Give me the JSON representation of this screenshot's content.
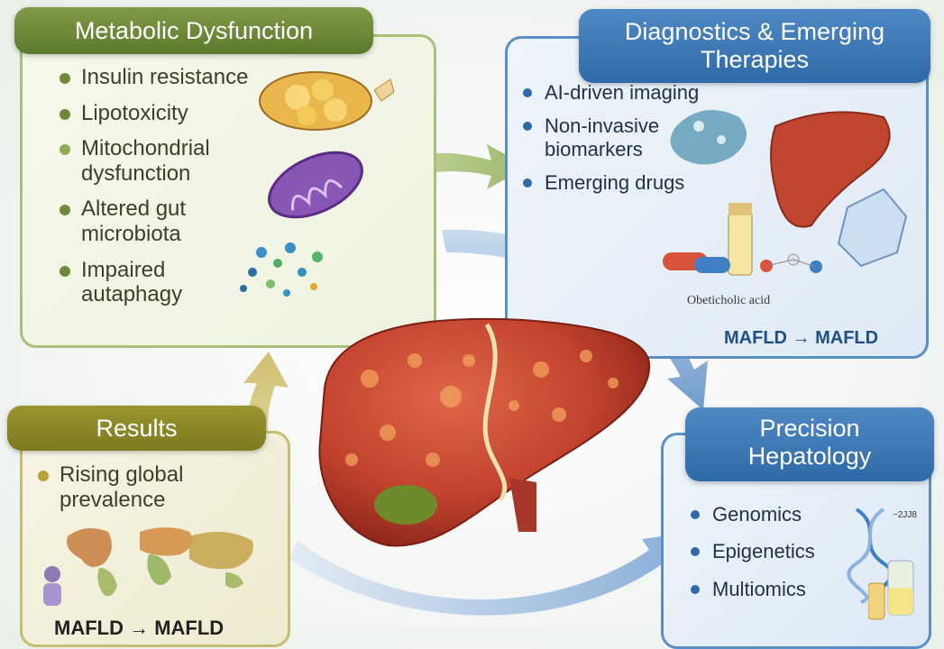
{
  "metabolic": {
    "title": "Metabolic Dysfunction",
    "items": [
      "Insulin resistance",
      "Lipotoxicity",
      "Mitochondrial dysfunction",
      "Altered gut microbiota",
      "Impaired autaphagy"
    ]
  },
  "diagnostics": {
    "title_line1": "Diagnostics & Emerging",
    "title_line2": "Therapies",
    "items": [
      "AI-driven imaging",
      "Non-invasive biomarkers",
      "Emerging drugs"
    ],
    "drug_label": "Obeticholic acid",
    "transition": "MAFLD → MAFLD"
  },
  "results": {
    "title": "Results",
    "items": [
      "Rising global prevalence"
    ],
    "footer": "MAFLD → MAFLD"
  },
  "precision": {
    "title_line1": "Precision",
    "title_line2": "Hepatology",
    "items": [
      "Genomics",
      "Epigenetics",
      "Multiomics"
    ],
    "dna_label": "~2JJ8"
  },
  "colors": {
    "green_border": "#9db56a",
    "green_title": "#6f8a3a",
    "olive_title": "#8e8a2c",
    "blue_border": "#4d86c0",
    "blue_title": "#2f6aa8",
    "liver": "#c2432e"
  },
  "icons": [
    "fat-cells-icon",
    "mitochondria-icon",
    "microbiota-icon",
    "brain-network-icon",
    "liver-small-icon",
    "robot-hand-icon",
    "pills-icon",
    "vial-icon",
    "molecule-icon",
    "world-map-icon",
    "person-icon",
    "dna-icon",
    "liver-icon",
    "arrow-icon"
  ]
}
